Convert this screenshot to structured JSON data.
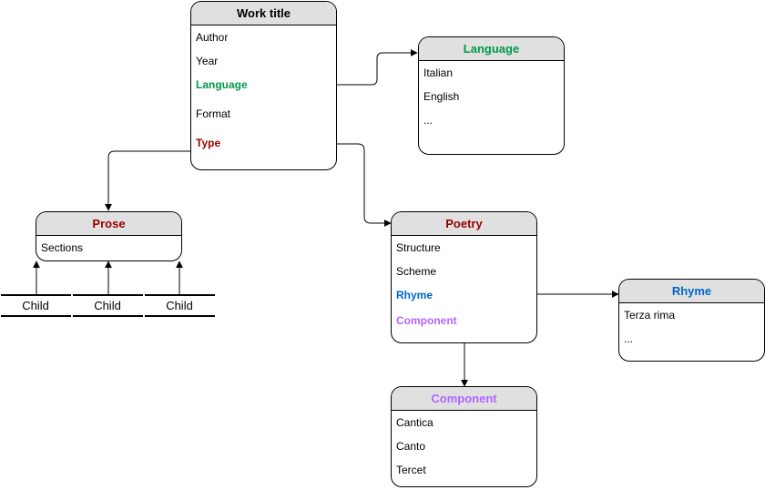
{
  "colors": {
    "language": "#00994d",
    "type": "#990000",
    "rhyme": "#0066cc",
    "component": "#b266ff",
    "header_bg": "#e0e0e0",
    "line": "#000000"
  },
  "work": {
    "title": "Work title",
    "fields": [
      {
        "label": "Author"
      },
      {
        "label": "Year"
      },
      {
        "label": "Language",
        "color": "language"
      },
      {
        "label": "Format"
      },
      {
        "label": "Type",
        "color": "type"
      }
    ]
  },
  "language": {
    "title": "Language",
    "fields": [
      {
        "label": "Italian"
      },
      {
        "label": "English"
      },
      {
        "label": "..."
      }
    ]
  },
  "prose": {
    "title": "Prose",
    "fields": [
      {
        "label": "Sections"
      }
    ],
    "children": [
      "Child",
      "Child",
      "Child"
    ]
  },
  "poetry": {
    "title": "Poetry",
    "fields": [
      {
        "label": "Structure"
      },
      {
        "label": "Scheme"
      },
      {
        "label": "Rhyme",
        "color": "rhyme"
      },
      {
        "label": "Component",
        "color": "component"
      }
    ]
  },
  "rhyme": {
    "title": "Rhyme",
    "fields": [
      {
        "label": "Terza rima"
      },
      {
        "label": "..."
      }
    ]
  },
  "component": {
    "title": "Component",
    "fields": [
      {
        "label": "Cantica"
      },
      {
        "label": "Canto"
      },
      {
        "label": "Tercet"
      }
    ]
  }
}
